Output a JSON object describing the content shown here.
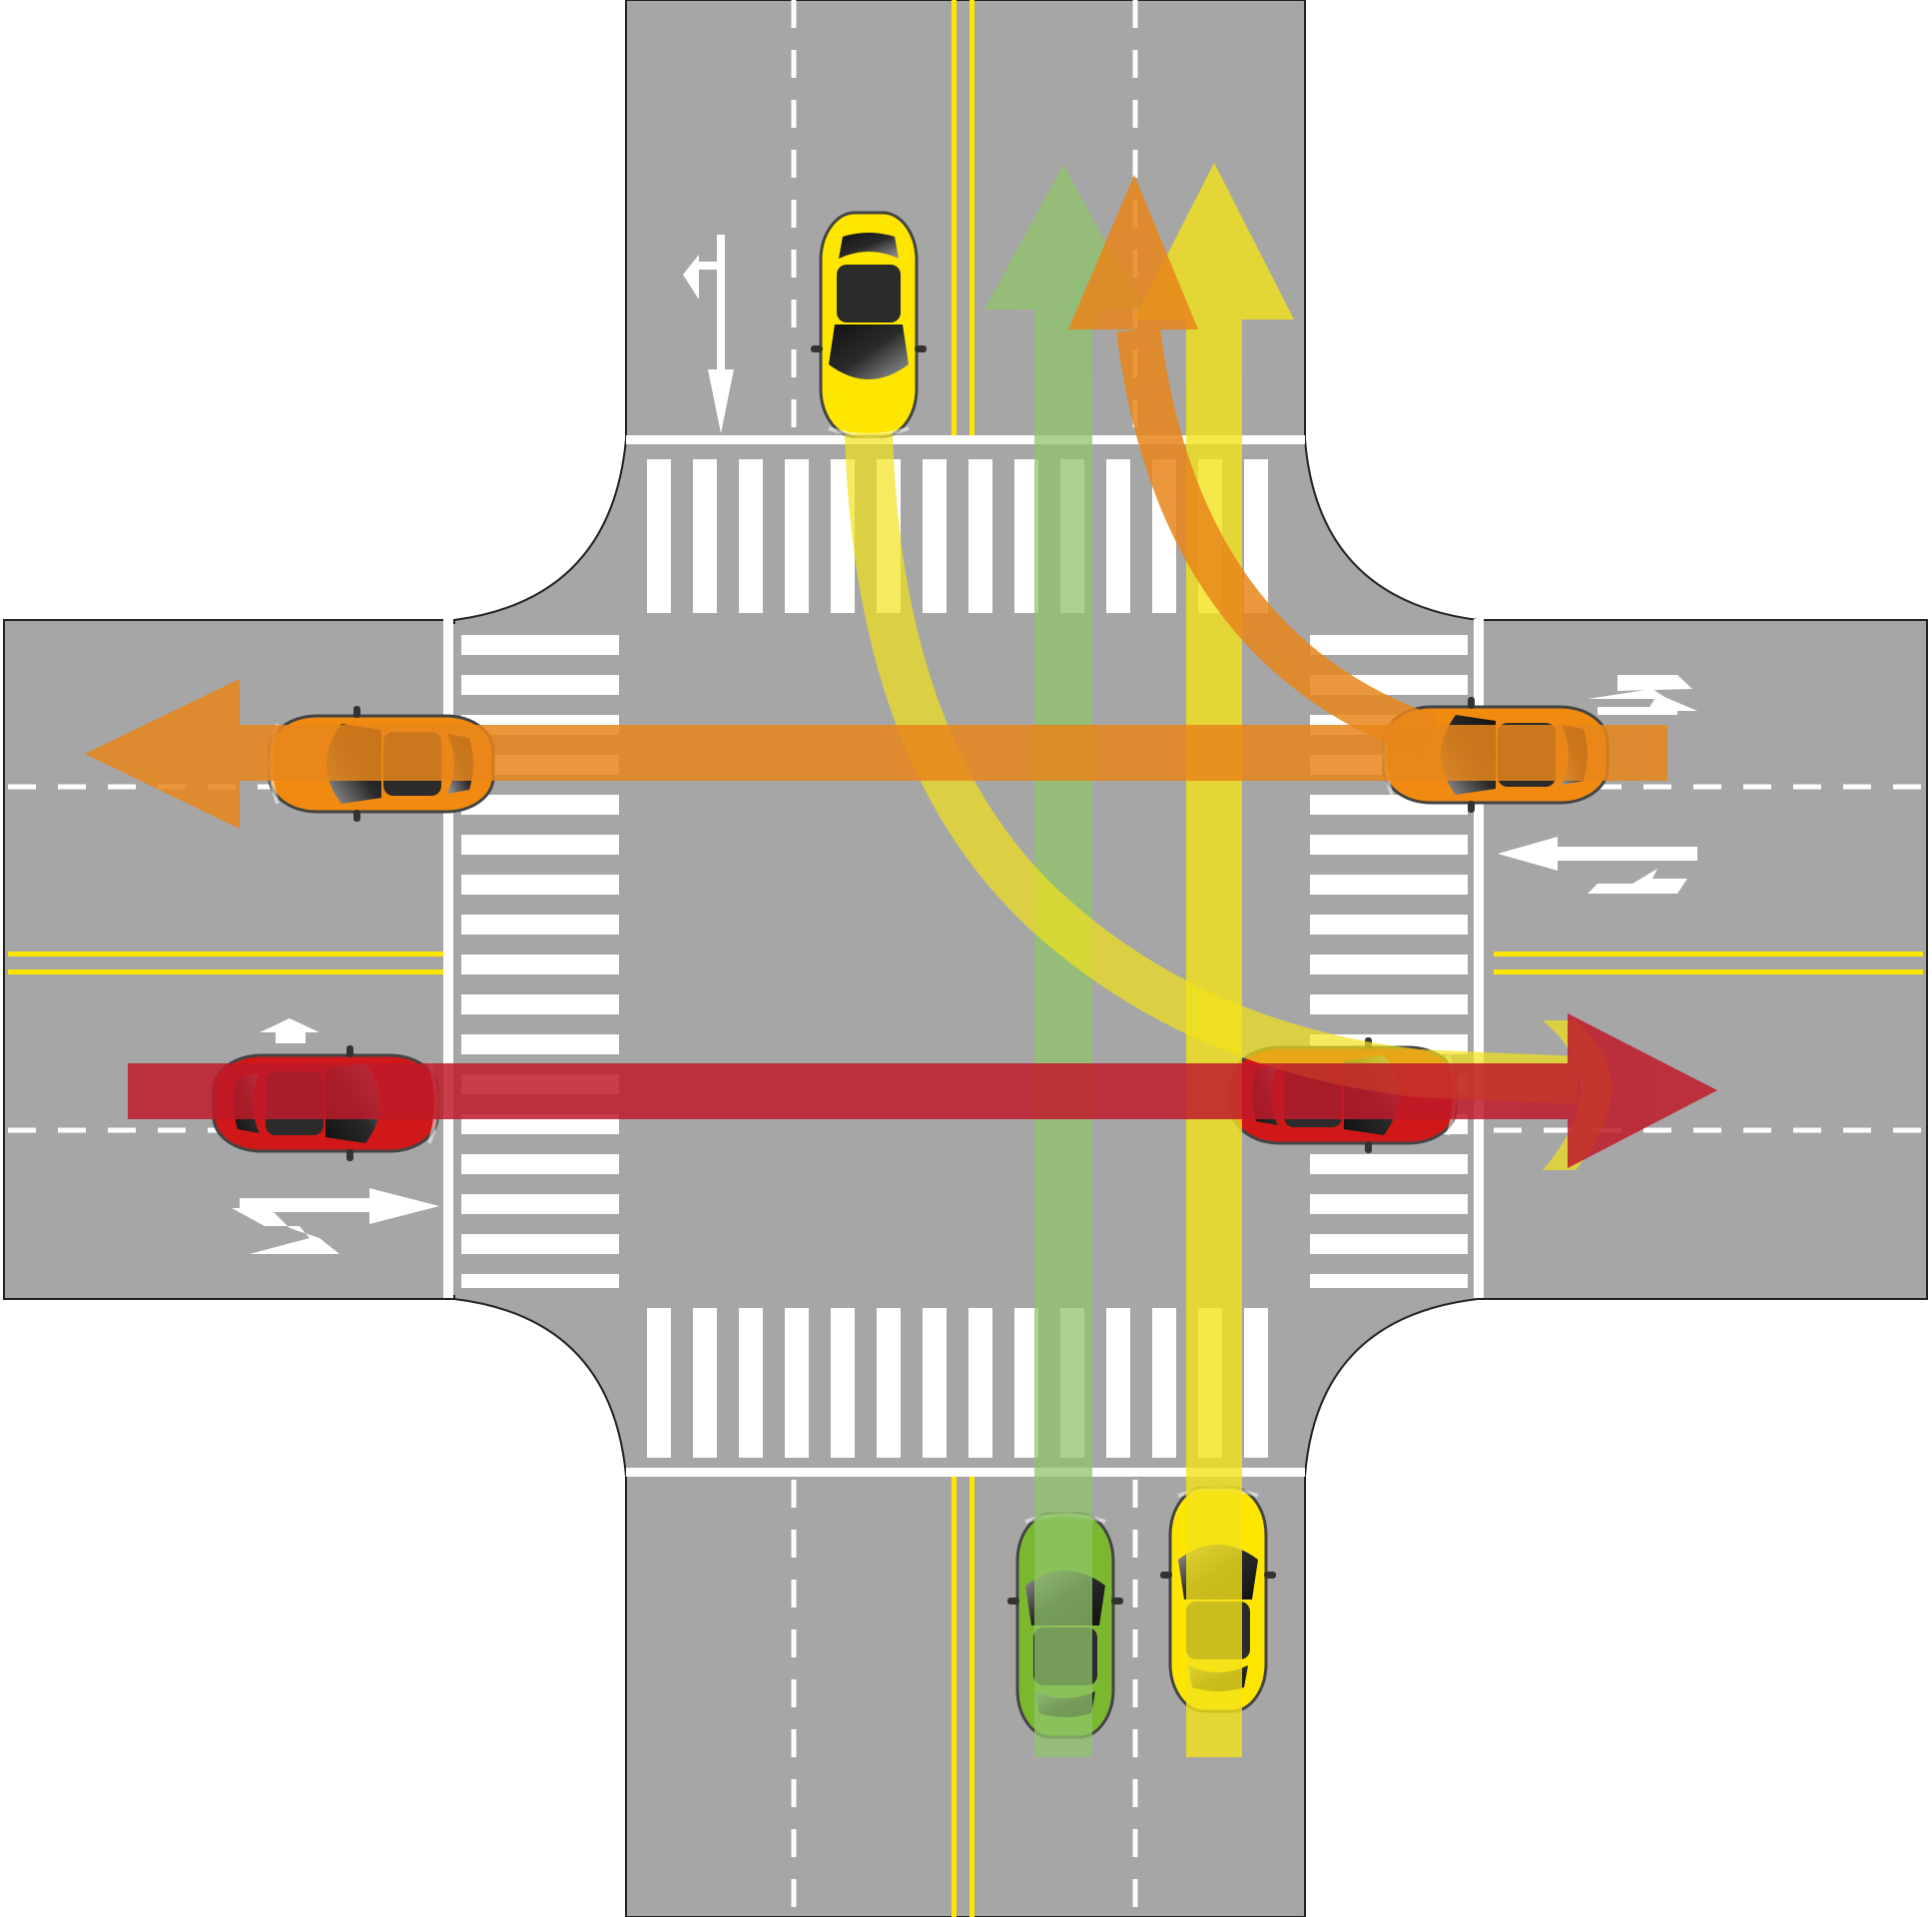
{
  "colors": {
    "background": "#ffffff",
    "road": "#a6a6a6",
    "road_edge": "#222222",
    "lane_dash": "#ffffff",
    "center_line": "#ffe600",
    "crosswalk": "#ffffff",
    "car_yellow": "#ffe600",
    "car_orange": "#f08a10",
    "car_red": "#d01818",
    "car_green": "#7cb82f",
    "path_yellow": "#f2e21a",
    "path_orange": "#e8861a",
    "path_red": "#bf1a2a",
    "path_green": "#8fc46a"
  },
  "vehicles": [
    {
      "id": "car-north-yellow",
      "color": "yellow",
      "heading": "south"
    },
    {
      "id": "car-west-orange",
      "color": "orange",
      "heading": "west"
    },
    {
      "id": "car-east-orange",
      "color": "orange",
      "heading": "west"
    },
    {
      "id": "car-west-red",
      "color": "red",
      "heading": "east"
    },
    {
      "id": "car-center-red",
      "color": "red",
      "heading": "east"
    },
    {
      "id": "car-south-green",
      "color": "green",
      "heading": "north"
    },
    {
      "id": "car-south-yellow",
      "color": "yellow",
      "heading": "north"
    }
  ],
  "paths": [
    {
      "id": "path-green-straight",
      "color": "green",
      "movement": "straight-north"
    },
    {
      "id": "path-yellow-straight",
      "color": "yellow",
      "movement": "straight-north"
    },
    {
      "id": "path-yellow-left",
      "color": "yellow",
      "movement": "left-turn-east"
    },
    {
      "id": "path-orange-straight",
      "color": "orange",
      "movement": "straight-west"
    },
    {
      "id": "path-orange-right",
      "color": "orange",
      "movement": "right-turn-north"
    },
    {
      "id": "path-red-straight",
      "color": "red",
      "movement": "straight-east"
    }
  ],
  "lane_markings": [
    {
      "id": "north-lane-arrow",
      "type": "left-and-straight"
    },
    {
      "id": "east-lane-arrow-top",
      "type": "right-and-straight"
    },
    {
      "id": "east-lane-arrow-bottom",
      "type": "left-and-straight"
    },
    {
      "id": "west-lane-arrow-top",
      "type": "straight"
    },
    {
      "id": "west-lane-arrow-bottom",
      "type": "right-and-straight"
    }
  ]
}
